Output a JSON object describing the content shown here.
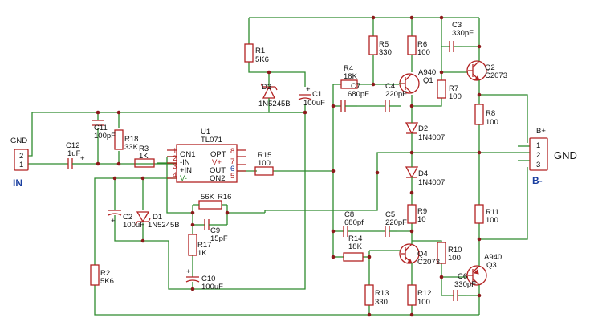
{
  "connectors": {
    "in": {
      "gnd_label": "GND",
      "pins": [
        "2",
        "1"
      ],
      "name": "IN"
    },
    "out": {
      "top_label": "B+",
      "pins": [
        "1",
        "2",
        "3"
      ],
      "gnd_label": "GND",
      "bottom_label": "B-"
    }
  },
  "ic": {
    "ref": "U1",
    "value": "TL071",
    "left_pins": [
      {
        "n": "1",
        "name": "ON1"
      },
      {
        "n": "2",
        "name": "-IN"
      },
      {
        "n": "3",
        "name": "+IN"
      },
      {
        "n": "4",
        "name": "V-"
      }
    ],
    "right_pins": [
      {
        "n": "8",
        "name": "OPT"
      },
      {
        "n": "7",
        "name": "V+"
      },
      {
        "n": "6",
        "name": "OUT"
      },
      {
        "n": "5",
        "name": "ON2"
      }
    ]
  },
  "parts": {
    "R1": {
      "ref": "R1",
      "value": "5K6"
    },
    "R2": {
      "ref": "R2",
      "value": "5K6"
    },
    "R3": {
      "ref": "R3",
      "value": "1K"
    },
    "R4": {
      "ref": "R4",
      "value": "18K"
    },
    "R5": {
      "ref": "R5",
      "value": "330"
    },
    "R6": {
      "ref": "R6",
      "value": "100"
    },
    "R7": {
      "ref": "R7",
      "value": "100"
    },
    "R8": {
      "ref": "R8",
      "value": "100"
    },
    "R9": {
      "ref": "R9",
      "value": "10"
    },
    "R10": {
      "ref": "R10",
      "value": "100"
    },
    "R11": {
      "ref": "R11",
      "value": "100"
    },
    "R12": {
      "ref": "R12",
      "value": "100"
    },
    "R13": {
      "ref": "R13",
      "value": "330"
    },
    "R14": {
      "ref": "R14",
      "value": "18K"
    },
    "R15": {
      "ref": "R15",
      "value": "100"
    },
    "R16": {
      "ref": "R16",
      "value": "56K"
    },
    "R17": {
      "ref": "R17",
      "value": "1K"
    },
    "R18": {
      "ref": "R18",
      "value": "33K"
    },
    "C1": {
      "ref": "C1",
      "value": "100uF"
    },
    "C2": {
      "ref": "C2",
      "value": "100uF"
    },
    "C3": {
      "ref": "C3",
      "value": "330pF"
    },
    "C4": {
      "ref": "C4",
      "value": "220pF"
    },
    "C5": {
      "ref": "C5",
      "value": "220pF"
    },
    "C6": {
      "ref": "C6",
      "value": "330pF"
    },
    "C7": {
      "ref": "C7",
      "value": "680pF"
    },
    "C8": {
      "ref": "C8",
      "value": "680pf"
    },
    "C9": {
      "ref": "C9",
      "value": "15pF"
    },
    "C10": {
      "ref": "C10",
      "value": "100uF"
    },
    "C11": {
      "ref": "C11",
      "value": "100pF"
    },
    "C12": {
      "ref": "C12",
      "value": "1uF"
    },
    "D1": {
      "ref": "D1",
      "value": "1N5245B"
    },
    "D2": {
      "ref": "D2",
      "value": "1N4007"
    },
    "D3": {
      "ref": "D3",
      "value": "1N5245B"
    },
    "D4": {
      "ref": "D4",
      "value": "1N4007"
    },
    "Q1": {
      "ref": "Q1",
      "value": "A940"
    },
    "Q2": {
      "ref": "Q2",
      "value": "C2073"
    },
    "Q3": {
      "ref": "Q3",
      "value": "A940"
    },
    "Q4": {
      "ref": "Q4",
      "value": "C2073"
    }
  },
  "colors": {
    "wire": "#2e8b2e",
    "component": "#b22222",
    "junction": "#8b1a1a",
    "label_blue": "#1a3fa0"
  }
}
